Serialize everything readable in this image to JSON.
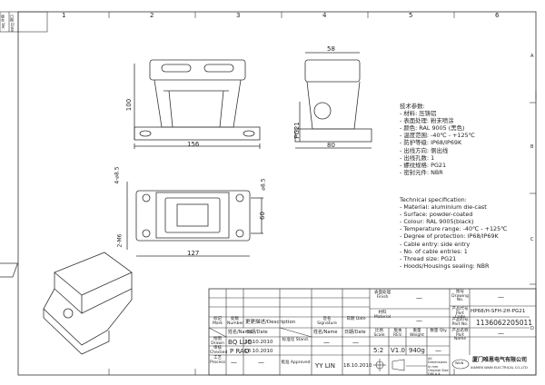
{
  "zones": {
    "columns": [
      "1",
      "2",
      "3",
      "4",
      "5",
      "6"
    ],
    "rows": [
      "A",
      "B",
      "C",
      "D"
    ]
  },
  "dimensions": {
    "width_side": "58",
    "height": "100",
    "width_front": "156",
    "width_side_bottom": "80",
    "thread_label": "PG21",
    "hole": "4-⌀8.5",
    "hole_spacing": "60",
    "hole_spacing2": "⌀8.5",
    "base_length": "127",
    "m6": "2-M6"
  },
  "spec_cn": {
    "title": "技术参数:",
    "items": [
      "- 材料: 压铸铝",
      "- 表面处理: 粉末喷涂",
      "- 颜色: RAL 9005 (黑色)",
      "- 温度范围: -40℃ - +125℃",
      "- 防护等级: IP68/IP69K",
      "- 出线方向: 侧出线",
      "- 出线孔数: 1",
      "- 螺纹规格: PG21",
      "- 密封元件: NBR"
    ]
  },
  "spec_en": {
    "title": "Technical specification:",
    "items": [
      "- Material: aluminium die-cast",
      "- Surface: powder-coated",
      "- Colour: RAL 9005(black)",
      "- Temperature range: -40℃ - +125℃",
      "- Degree of protection: IP68/IP69K",
      "- Cable entry: side entry",
      "- No. of cable entries: 1",
      "- Thread size: PG21",
      "- Hoods/Housings sealing: NBR"
    ]
  },
  "title_block": {
    "finish_label": "表面处理 Finish",
    "finish": "—",
    "material_label": "材料 Material",
    "material": "—",
    "drawing_no_label": "图号 Drawing No.",
    "drawing_no": "—",
    "part_code_label": "产品代号 Part Code",
    "part_code": "HP68/H-SFH-2H-PG21",
    "part_no_label": "产品料号 Part No.",
    "part_no": "1136062205011",
    "part_name_label": "产品名称 Part Name",
    "part_name": "—",
    "mark": "标记 Mark",
    "number": "处数 Number",
    "description": "更更描述/Description",
    "signature": "签名 Signature",
    "date": "日期 Date",
    "name_h": "姓名/Name",
    "date_h": "日期/Date",
    "name_h2": "姓名/Name",
    "date_h2": "日期/Date",
    "drawn": "绘图 Drawn",
    "drawn_name": "BQ LUO",
    "drawn_date": "18.10.2010",
    "checked": "审核 Checked",
    "checked_name": "P RAO",
    "checked_date": "18.10.2010",
    "process": "工艺 Process",
    "process_name": "—",
    "process_date": "—",
    "stand": "标准化 Stand.",
    "stand_name": "—",
    "stand_date": "—",
    "approved": "批准 Approved",
    "approved_name": "YY LIN",
    "approved_date": "18.10.2010",
    "scale_label": "比例 Scale",
    "scale": "5:2",
    "rev_label": "版本 REV.",
    "rev": "V1.0",
    "weight_label": "重量 Weight",
    "weight": "940g",
    "qty_label": "数量 Qty.",
    "qty": "—",
    "dims_note": "All Dimensions in mm Original Size DIN A 4",
    "company_logo": "WAIN",
    "company_cn": "厦门唯恩电气有限公司",
    "company_en": "XIAMEN WAIN ELECTRICAL CO.,LTD"
  },
  "revision_block": [
    "版本 Ver.",
    "日期 Date"
  ]
}
